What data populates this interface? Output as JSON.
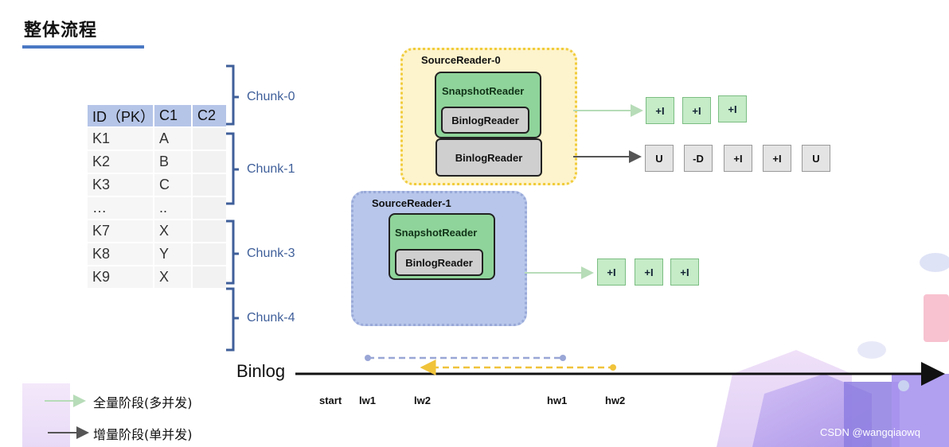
{
  "title": "整体流程",
  "table": {
    "headers": [
      "ID（PK）",
      "C1",
      "C2"
    ],
    "rows": [
      [
        "K1",
        "A",
        ""
      ],
      [
        "K2",
        "B",
        ""
      ],
      [
        "K3",
        "C",
        ""
      ],
      [
        "…",
        "..",
        ""
      ],
      [
        "K7",
        "X",
        ""
      ],
      [
        "K8",
        "Y",
        ""
      ],
      [
        "K9",
        "X",
        ""
      ]
    ]
  },
  "chunks": [
    "Chunk-0",
    "Chunk-1",
    "Chunk-3",
    "Chunk-4"
  ],
  "source_reader_0": {
    "title": "SourceReader-0",
    "snapshot_label": "SnapshotReader",
    "inner_binlog_label": "BinlogReader",
    "binlog_label": "BinlogReader",
    "snapshot_events": [
      "+I",
      "+I",
      "+I"
    ],
    "binlog_events": [
      "U",
      "-D",
      "+I",
      "+I",
      "U"
    ]
  },
  "source_reader_1": {
    "title": "SourceReader-1",
    "snapshot_label": "SnapshotReader",
    "inner_binlog_label": "BinlogReader",
    "snapshot_events": [
      "+I",
      "+I",
      "+I"
    ]
  },
  "binlog": {
    "label": "Binlog",
    "ticks": [
      "start",
      "lw1",
      "lw2",
      "hw1",
      "hw2"
    ]
  },
  "legend": {
    "full": "全量阶段(多并发)",
    "incremental": "增量阶段(单并发)"
  },
  "watermark": "CSDN @wangqiaowq",
  "colors": {
    "accent": "#4a78c4",
    "snapshot_green": "#8fd49a",
    "reader0_bg": "#fdf3cc",
    "reader1_bg": "#b7c6ea",
    "lw1_line": "#99a6d6",
    "lw2_line": "#f0c33a"
  }
}
